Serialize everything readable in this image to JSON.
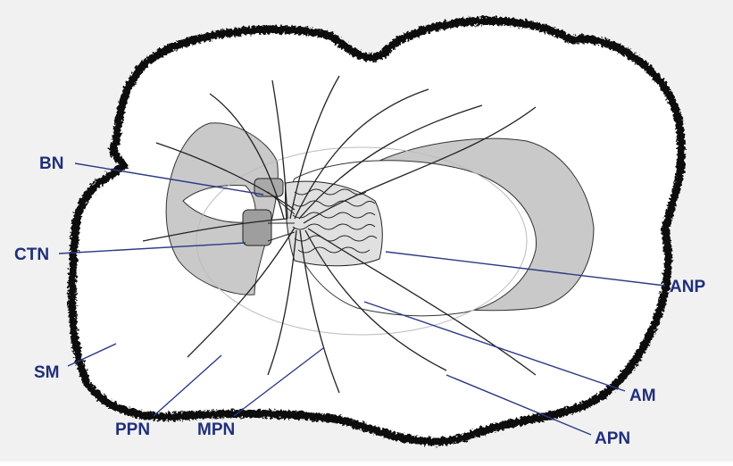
{
  "colors": {
    "label": "#1f2f7a",
    "leader": "#2b3a86",
    "outline": "#111111",
    "lens": "#c9c9c9",
    "body": "#ffffff",
    "page": "#eeeeee"
  },
  "labels": {
    "bn": "BN",
    "ctn": "CTN",
    "sm": "SM",
    "ppn": "PPN",
    "mpn": "MPN",
    "anp": "ANP",
    "am": "AM",
    "apn": "APN"
  }
}
